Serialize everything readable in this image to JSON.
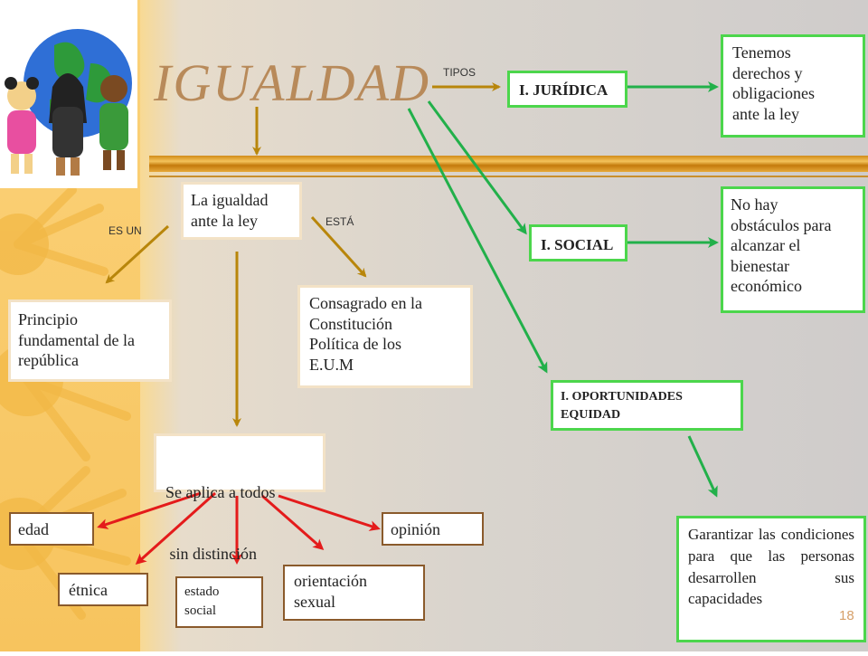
{
  "title": "IGUALDAD",
  "page_number": "18",
  "connector_labels": {
    "tipos": "TIPOS",
    "es_un": "ES UN",
    "esta": "ESTÁ"
  },
  "central": {
    "igualdad_ante_ley": [
      "La igualdad",
      "ante la ley"
    ],
    "principio": [
      "Principio",
      "fundamental de la",
      "república"
    ],
    "consagrado": [
      "Consagrado en la",
      "Constitución",
      "Política de los",
      "E.U.M"
    ],
    "se_aplica": [
      "Se aplica a todos",
      " sin distinción"
    ]
  },
  "types": {
    "juridica": {
      "label": "I. JURÍDICA",
      "description": [
        "Tenemos",
        "derechos y",
        "obligaciones",
        "ante la ley"
      ]
    },
    "social": {
      "label": "I. SOCIAL",
      "description": [
        "No hay",
        "obstáculos para",
        "alcanzar el",
        "bienestar",
        "económico"
      ]
    },
    "oportunidades": {
      "label": [
        "I. OPORTUNIDADES",
        "EQUIDAD"
      ],
      "description": "Garantizar las condiciones para que las personas desarrollen sus capacidades"
    }
  },
  "sin_distincion_items": {
    "edad": "edad",
    "etnica": "étnica",
    "estado_social": [
      "estado",
      "social"
    ],
    "orientacion_sexual": [
      "orientación",
      "sexual"
    ],
    "opinion": "opinión"
  },
  "colors": {
    "arrow_brown": "#b8860b",
    "arrow_green": "#22b04a",
    "arrow_red": "#e41b1b",
    "border_green": "#4cd64c",
    "border_brown": "#8a5a2b",
    "title": "#b88a5a"
  },
  "icons": [
    "globe-with-children-icon",
    "sun-decoration-icon"
  ]
}
